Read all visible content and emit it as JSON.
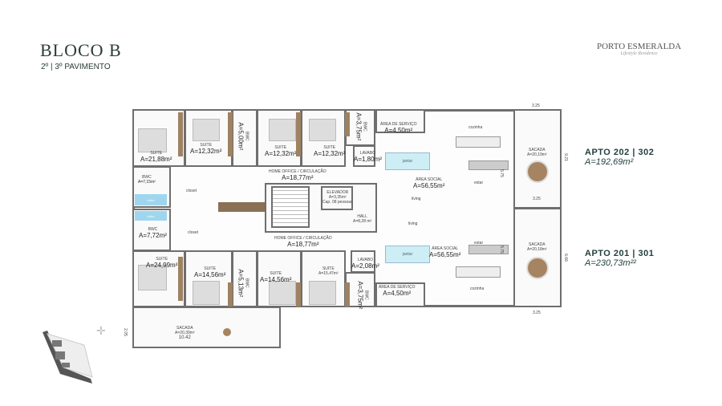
{
  "header": {
    "title": "BLOCO B",
    "subtitle": "2º | 3º PAVIMENTO",
    "logo": "PORTO ESMERALDA",
    "logo_tagline": "Lifestyle Residence"
  },
  "apartments": [
    {
      "name": "APTO 202 | 302",
      "area": "A=192,69m²"
    },
    {
      "name": "APTO 201 | 301",
      "area": "A=230,73m²²"
    }
  ],
  "rooms_top": [
    {
      "name": "SUITE",
      "area": "A=21,88m²"
    },
    {
      "name": "SUITE",
      "area": "A=12,32m²"
    },
    {
      "name": "BWC",
      "area": "A=5,00m²"
    },
    {
      "name": "SUITE",
      "area": "A=12,32m²"
    },
    {
      "name": "SUITE",
      "area": "A=12,32m²"
    },
    {
      "name": "BWC",
      "area": "A=3,75m²"
    },
    {
      "name": "LAVABO",
      "area": "A=1,80m²"
    },
    {
      "name": "BWC",
      "area": "A=7,15m²"
    },
    {
      "name": "HOME OFFICE / CIRCULAÇÃO",
      "area": "A=18,77m²"
    },
    {
      "name": "ÁREA DE SERVIÇO",
      "area": "A=4,50m²"
    },
    {
      "name": "ÁREA SOCIAL",
      "area": "A=56,55m²"
    },
    {
      "name": "SACADA",
      "area": "A=20,19m²"
    }
  ],
  "rooms_bottom": [
    {
      "name": "SUITE",
      "area": "A=24,99m²"
    },
    {
      "name": "SUITE",
      "area": "A=14,56m²"
    },
    {
      "name": "BWC",
      "area": "A=5,13m²"
    },
    {
      "name": "SUITE",
      "area": "A=14,56m²"
    },
    {
      "name": "SUITE",
      "area": "A=15,47m²"
    },
    {
      "name": "LAVABO",
      "area": "A=2,08m²"
    },
    {
      "name": "BWC",
      "area": "A=3,75m²"
    },
    {
      "name": "BWC",
      "area": "A=7,72m²"
    },
    {
      "name": "HOME OFFICE / CIRCULAÇÃO",
      "area": "A=18,77m²"
    },
    {
      "name": "ÁREA DE SERVIÇO",
      "area": "A=4,50m²"
    },
    {
      "name": "ÁREA SOCIAL",
      "area": "A=56,55m²"
    },
    {
      "name": "SACADA",
      "area": "A=20,18m²"
    },
    {
      "name": "SACADA",
      "area": "A=20,39m²"
    }
  ],
  "core": {
    "elevator": "ELEVADOR",
    "elevator_area": "A=3,35m²",
    "elevator_cap": "Cap. 08 pessoas",
    "hall": "HALL",
    "hall_area": "A=8,28 m²"
  },
  "misc": {
    "closet": "closet",
    "hidro": "hidro",
    "cozinha": "cozinha",
    "jantar": "jantar",
    "estar": "estar",
    "living": "living"
  },
  "dims": {
    "d325": "3.25",
    "d921": "9.21",
    "d575": "5.75",
    "d666": "6.66",
    "d1042": "10.42",
    "d205": "2.05"
  }
}
